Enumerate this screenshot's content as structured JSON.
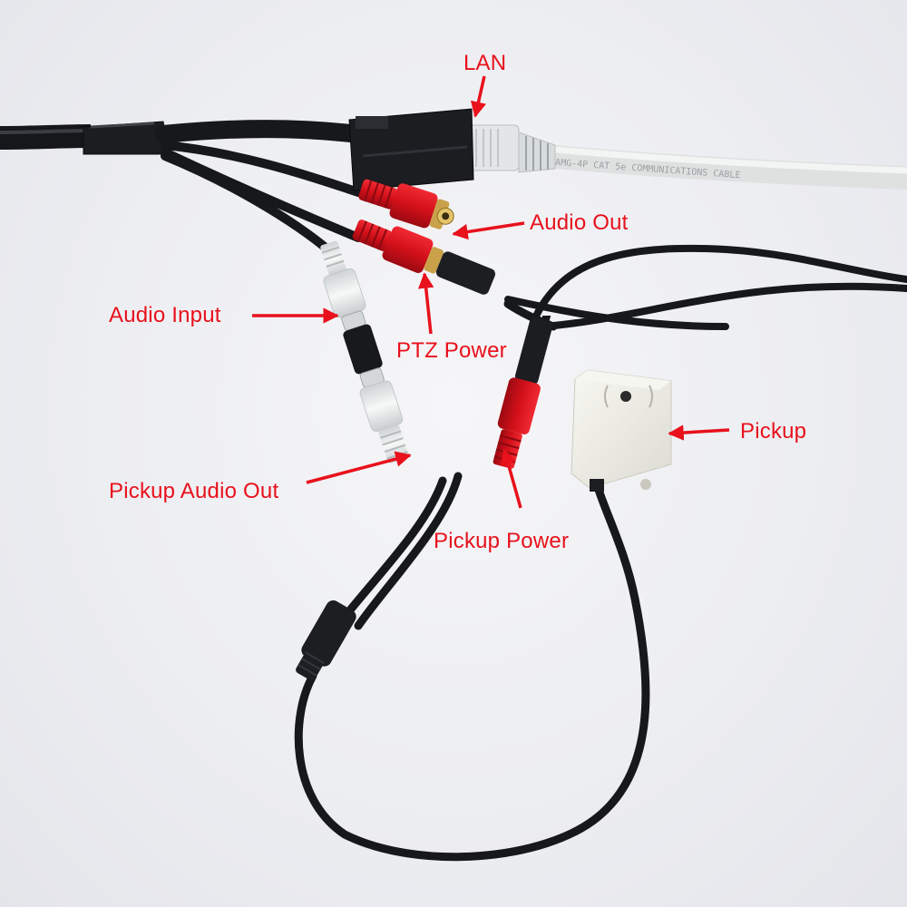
{
  "labels": {
    "lan": "LAN",
    "audio_out": "Audio Out",
    "audio_input": "Audio Input",
    "ptz_power": "PTZ Power",
    "pickup_audio_out": "Pickup Audio Out",
    "pickup_power": "Pickup Power",
    "pickup": "Pickup"
  },
  "cable_print": "AMG-4P CAT 5e COMMUNICATIONS CABLE",
  "colors": {
    "label_text": "#e8111c",
    "arrow": "#e8111c",
    "background": "#ecedf1",
    "cable_black": "#15171a",
    "rca_red": "#d8111c",
    "rca_white": "#e9ecec",
    "lan_cable": "#e2e4e4",
    "pickup_box": "#efefe8"
  }
}
